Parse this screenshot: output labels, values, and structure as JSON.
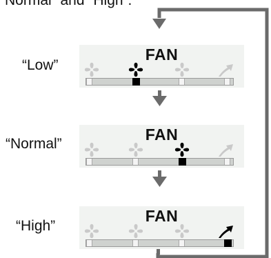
{
  "intro_text": "“Normal” and “High”.",
  "panels": [
    {
      "label": "“Low”",
      "title": "FAN",
      "active_index": 1
    },
    {
      "label": "“Normal”",
      "title": "FAN",
      "active_index": 2
    },
    {
      "label": "“High”",
      "title": "FAN",
      "active_index": 3
    }
  ],
  "colors": {
    "panel_bg": "#f1f3f1",
    "arrow": "#6b6b6b",
    "active": "#000000",
    "inactive_icon": "#c9c9c9"
  },
  "icons": [
    "auto-fan-icon",
    "fan-icon",
    "fan-icon",
    "turbo-arrow-icon"
  ]
}
